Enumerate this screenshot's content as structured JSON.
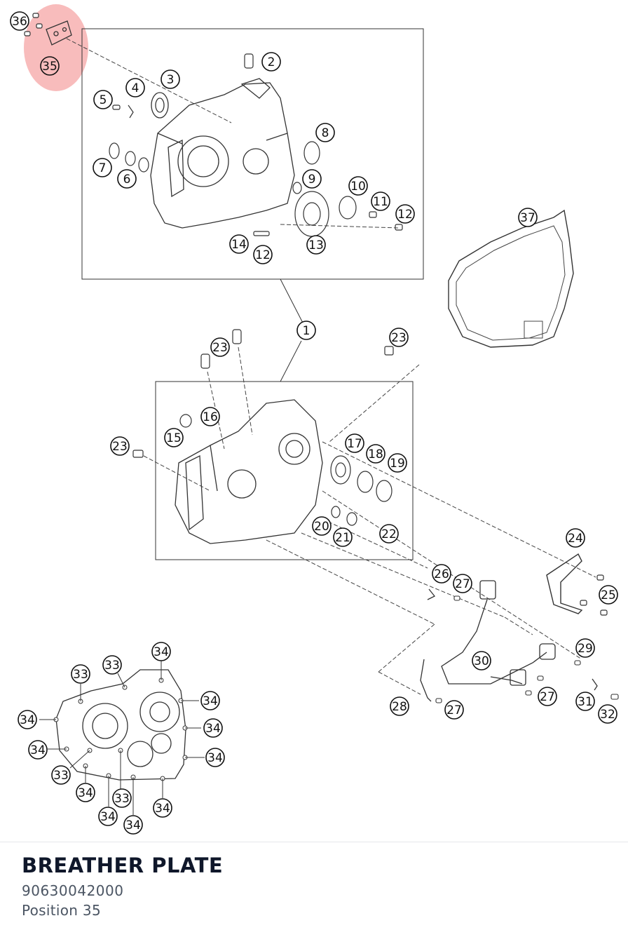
{
  "highlight_color": "#f06a6a",
  "callouts": [
    {
      "n": "36"
    },
    {
      "n": "35"
    },
    {
      "n": "2"
    },
    {
      "n": "3"
    },
    {
      "n": "4"
    },
    {
      "n": "5"
    },
    {
      "n": "8"
    },
    {
      "n": "7"
    },
    {
      "n": "6"
    },
    {
      "n": "9"
    },
    {
      "n": "10"
    },
    {
      "n": "11"
    },
    {
      "n": "12"
    },
    {
      "n": "14"
    },
    {
      "n": "12"
    },
    {
      "n": "13"
    },
    {
      "n": "37"
    },
    {
      "n": "1"
    },
    {
      "n": "23"
    },
    {
      "n": "23"
    },
    {
      "n": "16"
    },
    {
      "n": "15"
    },
    {
      "n": "23"
    },
    {
      "n": "17"
    },
    {
      "n": "18"
    },
    {
      "n": "19"
    },
    {
      "n": "20"
    },
    {
      "n": "21"
    },
    {
      "n": "22"
    },
    {
      "n": "24"
    },
    {
      "n": "26"
    },
    {
      "n": "27"
    },
    {
      "n": "25"
    },
    {
      "n": "29"
    },
    {
      "n": "30"
    },
    {
      "n": "27"
    },
    {
      "n": "28"
    },
    {
      "n": "27"
    },
    {
      "n": "31"
    },
    {
      "n": "32"
    },
    {
      "n": "34"
    },
    {
      "n": "33"
    },
    {
      "n": "33"
    },
    {
      "n": "34"
    },
    {
      "n": "34"
    },
    {
      "n": "34"
    },
    {
      "n": "34"
    },
    {
      "n": "34"
    },
    {
      "n": "33"
    },
    {
      "n": "34"
    },
    {
      "n": "33"
    },
    {
      "n": "34"
    },
    {
      "n": "34"
    },
    {
      "n": "34"
    },
    {
      "n": "34"
    }
  ],
  "part": {
    "title": "BREATHER PLATE",
    "number": "90630042000",
    "position": "Position 35"
  }
}
